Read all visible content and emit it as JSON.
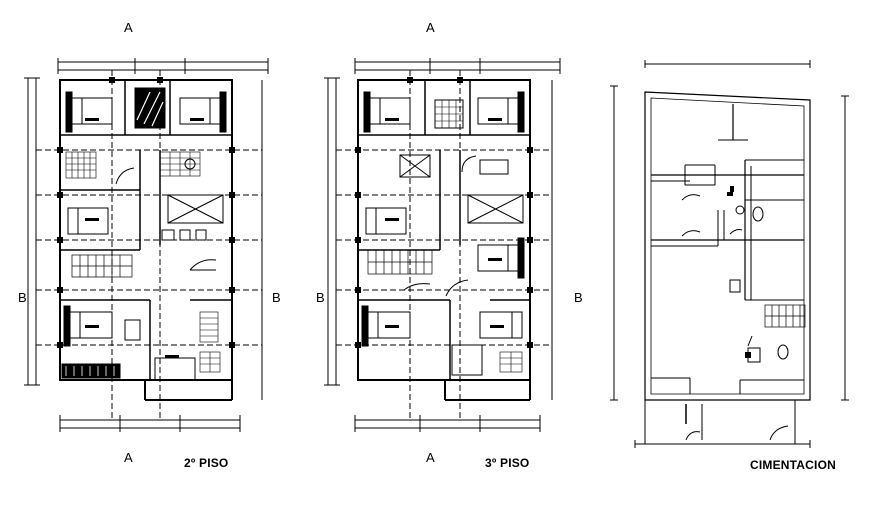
{
  "plans": {
    "piso2": {
      "title": "2º PISO",
      "axis_top": "A",
      "axis_bottom": "A",
      "axis_left": "B",
      "axis_right": "B"
    },
    "piso3": {
      "title": "3º PISO",
      "axis_top": "A",
      "axis_bottom": "A",
      "axis_left": "B",
      "axis_right": "B"
    },
    "cimentacion": {
      "title": "CIMENTACION"
    }
  },
  "colors": {
    "line": "#000000",
    "background": "#ffffff"
  }
}
